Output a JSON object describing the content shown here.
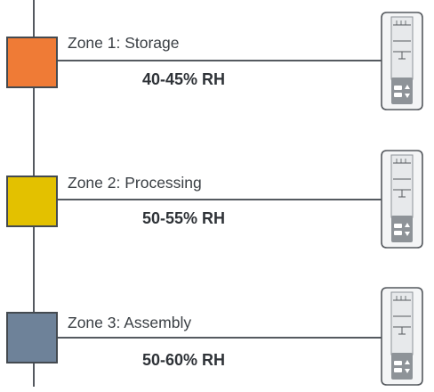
{
  "zones": [
    {
      "name": "Zone 1: Storage",
      "rh": "40-45% RH",
      "color": "#ef7b36"
    },
    {
      "name": "Zone 2: Processing",
      "rh": "50-55% RH",
      "color": "#e3c100"
    },
    {
      "name": "Zone 3: Assembly",
      "rh": "50-60% RH",
      "color": "#6e8299"
    }
  ],
  "colors": {
    "line": "#555a60",
    "device_body": "#f4f5f6",
    "device_outline": "#55595e",
    "device_screen": "#e7e9eb",
    "device_panel": "#8e9398"
  },
  "icons": {
    "controller": "humidity-controller-icon",
    "up": "arrow-up-icon",
    "down": "arrow-down-icon"
  }
}
